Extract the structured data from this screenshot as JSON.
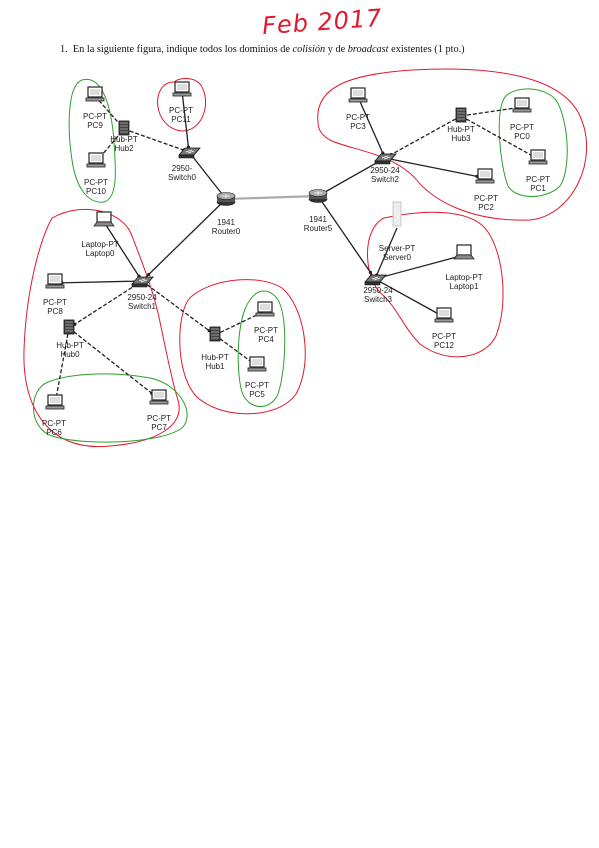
{
  "header": {
    "handwritten_title": "Feb 2017"
  },
  "question": {
    "number": "1.",
    "text_before": "En la siguiente figura, indique todos los dominios de ",
    "term_collision": "colisión",
    "text_middle": " y de ",
    "term_broadcast": "broadcast",
    "text_after": " existentes (1 pto.)"
  },
  "diagram": {
    "colors": {
      "collision_domain": "#2ca02c",
      "broadcast_domain": "#e0192d",
      "link": "#222222",
      "serial_link": "#aaaaaa"
    },
    "devices": [
      {
        "id": "pc9",
        "kind": "pc",
        "type": "PC-PT",
        "name": "PC9"
      },
      {
        "id": "hub2",
        "kind": "hub",
        "type": "Hub-PT",
        "name": "Hub2"
      },
      {
        "id": "pc10",
        "kind": "pc",
        "type": "PC-PT",
        "name": "PC10"
      },
      {
        "id": "pc11",
        "kind": "pc",
        "type": "PC-PT",
        "name": "PC11"
      },
      {
        "id": "switch0",
        "kind": "switch",
        "type": "2950-",
        "name": "Switch0"
      },
      {
        "id": "router0",
        "kind": "router",
        "type": "1941",
        "name": "Router0"
      },
      {
        "id": "router5",
        "kind": "router",
        "type": "1941",
        "name": "Router5"
      },
      {
        "id": "pc3",
        "kind": "pc",
        "type": "PC-PT",
        "name": "PC3"
      },
      {
        "id": "hub3",
        "kind": "hub",
        "type": "Hub-PT",
        "name": "Hub3"
      },
      {
        "id": "pc0",
        "kind": "pc",
        "type": "PC-PT",
        "name": "PC0"
      },
      {
        "id": "pc1",
        "kind": "pc",
        "type": "PC-PT",
        "name": "PC1"
      },
      {
        "id": "switch2",
        "kind": "switch",
        "type": "2950-24",
        "name": "Switch2"
      },
      {
        "id": "pc2",
        "kind": "pc",
        "type": "PC-PT",
        "name": "PC2"
      },
      {
        "id": "laptop0",
        "kind": "laptop",
        "type": "Laptop-PT",
        "name": "Laptop0"
      },
      {
        "id": "pc8",
        "kind": "pc",
        "type": "PC-PT",
        "name": "PC8"
      },
      {
        "id": "switch1",
        "kind": "switch",
        "type": "2950-24",
        "name": "Switch1"
      },
      {
        "id": "hub0",
        "kind": "hub",
        "type": "Hub-PT",
        "name": "Hub0"
      },
      {
        "id": "pc6",
        "kind": "pc",
        "type": "PC-PT",
        "name": "PC6"
      },
      {
        "id": "pc7",
        "kind": "pc",
        "type": "PC-PT",
        "name": "PC7"
      },
      {
        "id": "hub1",
        "kind": "hub",
        "type": "Hub-PT",
        "name": "Hub1"
      },
      {
        "id": "pc4",
        "kind": "pc",
        "type": "PC-PT",
        "name": "PC4"
      },
      {
        "id": "pc5",
        "kind": "pc",
        "type": "PC-PT",
        "name": "PC5"
      },
      {
        "id": "server0",
        "kind": "server",
        "type": "Server-PT",
        "name": "Server0"
      },
      {
        "id": "switch3",
        "kind": "switch",
        "type": "2950-24",
        "name": "Switch3"
      },
      {
        "id": "laptop1",
        "kind": "laptop",
        "type": "Laptop-PT",
        "name": "Laptop1"
      },
      {
        "id": "pc12",
        "kind": "pc",
        "type": "PC-PT",
        "name": "PC12"
      }
    ],
    "links": [
      [
        "pc9",
        "hub2"
      ],
      [
        "pc10",
        "hub2"
      ],
      [
        "hub2",
        "switch0"
      ],
      [
        "pc11",
        "switch0"
      ],
      [
        "switch0",
        "router0"
      ],
      [
        "router0",
        "router5"
      ],
      [
        "router0",
        "switch1"
      ],
      [
        "router5",
        "switch2"
      ],
      [
        "router5",
        "switch3"
      ],
      [
        "pc3",
        "switch2"
      ],
      [
        "hub3",
        "switch2"
      ],
      [
        "switch2",
        "pc2"
      ],
      [
        "hub3",
        "pc0"
      ],
      [
        "hub3",
        "pc1"
      ],
      [
        "laptop0",
        "switch1"
      ],
      [
        "switch1",
        "pc8"
      ],
      [
        "switch1",
        "hub0"
      ],
      [
        "switch1",
        "hub1"
      ],
      [
        "hub0",
        "pc6"
      ],
      [
        "hub0",
        "pc7"
      ],
      [
        "hub1",
        "pc4"
      ],
      [
        "hub1",
        "pc5"
      ],
      [
        "server0",
        "switch3"
      ],
      [
        "switch3",
        "laptop1"
      ],
      [
        "switch3",
        "pc12"
      ]
    ]
  }
}
